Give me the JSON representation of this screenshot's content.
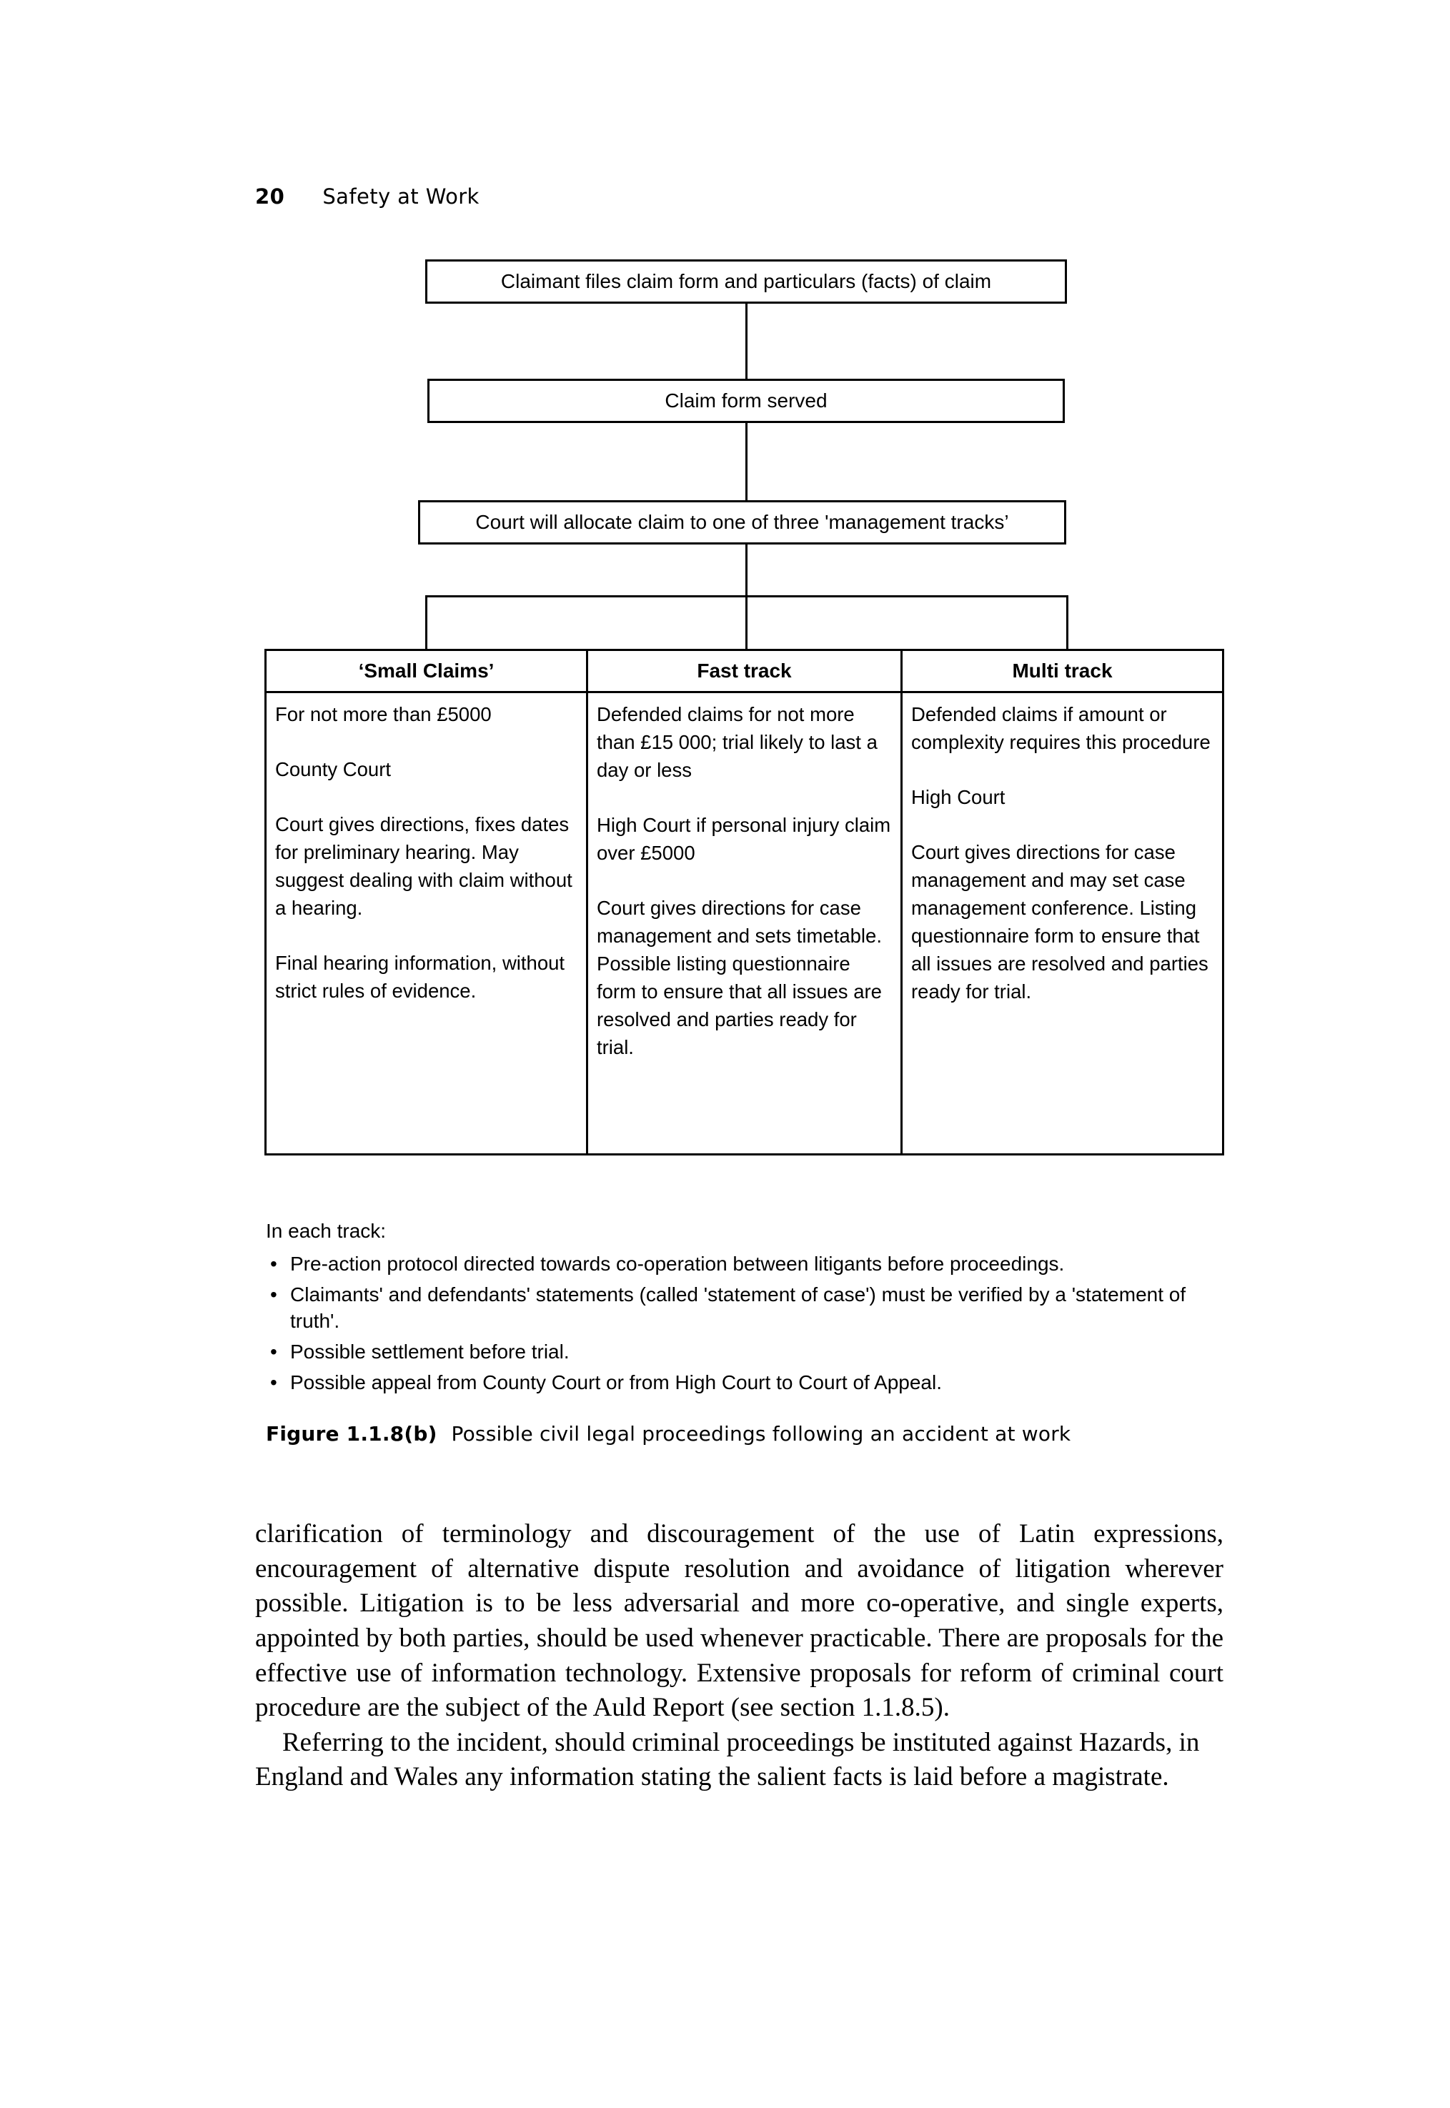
{
  "running_head": {
    "folio": "20",
    "title": "Safety at Work"
  },
  "flowchart": {
    "box1": "Claimant files claim form and particulars (facts) of claim",
    "box2": "Claim form served",
    "box3": "Court will allocate claim to one of three 'management tracks’"
  },
  "tracks_table": {
    "headers": [
      "‘Small Claims’",
      "Fast track",
      "Multi track"
    ],
    "columns": [
      {
        "blocks": [
          "For not more than £5000",
          "County Court",
          "Court gives directions, fixes dates for preliminary hearing. May suggest dealing with claim without a hearing.",
          "Final hearing information, without strict rules of evidence."
        ]
      },
      {
        "blocks": [
          "Defended claims for not more than £15 000; trial likely to last a day or less",
          "High Court if personal injury claim over £5000",
          "Court gives directions for case management and sets timetable. Possible listing questionnaire form to ensure that all issues are resolved and parties ready for trial.",
          ""
        ]
      },
      {
        "blocks": [
          "Defended claims if amount or complexity requires this procedure",
          "High Court",
          "Court gives directions for case management and may set case management conference. Listing questionnaire form to ensure that all issues are resolved and parties ready for trial.",
          ""
        ]
      }
    ]
  },
  "track_note": {
    "intro": "In each track:",
    "bullet_glyph": "•",
    "items": [
      "Pre-action protocol directed towards co-operation between litigants before proceedings.",
      "Claimants' and defendants' statements (called 'statement of case') must be verified by a 'statement of truth'.",
      "Possible settlement before trial.",
      "Possible appeal from County Court or from High Court to Court of Appeal."
    ]
  },
  "caption": {
    "label": "Figure 1.1.8(b)",
    "text": "Possible civil legal proceedings following an accident at work"
  },
  "body": {
    "paragraph1": "clarification of terminology and discouragement of the use of Latin expressions, encouragement of alternative dispute resolution and avoidance of litigation wherever possible. Litigation is to be less adversarial and more co-operative, and single experts, appointed by both parties, should be used whenever practicable. There are proposals for the effective use of information technology. Extensive proposals for reform of criminal court procedure are the subject of the Auld Report (see section 1.1.8.5).",
    "paragraph2": "Referring to the incident, should criminal proceedings be instituted against Hazards, in England and Wales any information stating the salient facts is laid before a magistrate."
  }
}
